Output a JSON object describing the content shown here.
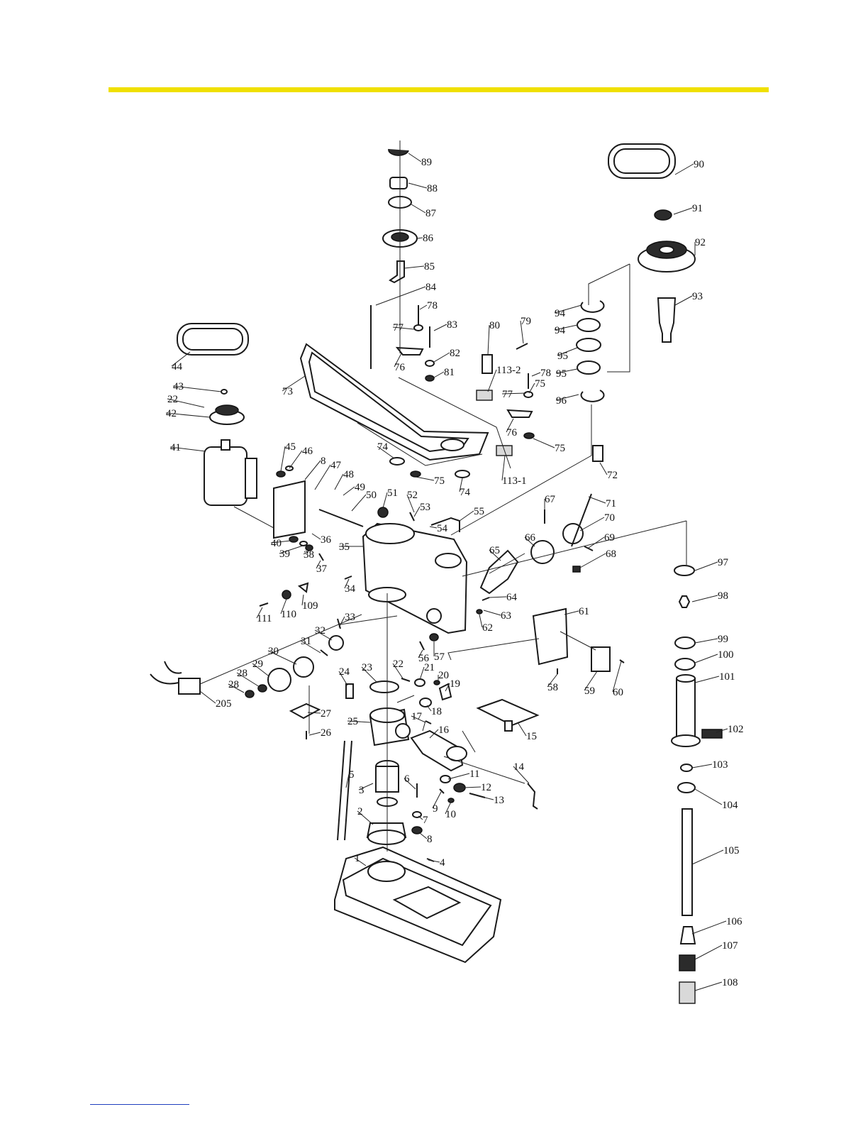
{
  "colors": {
    "header_rule": "#f0e000",
    "footer_rule": "#1f3fbf",
    "ink": "#1a1a1a"
  },
  "callouts": [
    "1",
    "2",
    "3",
    "4",
    "5",
    "6",
    "7",
    "8",
    "9",
    "10",
    "11",
    "12",
    "13",
    "14",
    "15",
    "16",
    "17",
    "18",
    "19",
    "20",
    "21",
    "22",
    "23",
    "24",
    "25",
    "26",
    "27",
    "28",
    "28",
    "29",
    "30",
    "31",
    "32",
    "33",
    "34",
    "35",
    "36",
    "37",
    "38",
    "39",
    "40",
    "41",
    "42",
    "22",
    "43",
    "44",
    "45",
    "46",
    "8",
    "47",
    "48",
    "49",
    "50",
    "51",
    "52",
    "53",
    "54",
    "55",
    "56",
    "57",
    "58",
    "59",
    "60",
    "61",
    "62",
    "63",
    "64",
    "65",
    "66",
    "67",
    "68",
    "69",
    "70",
    "71",
    "72",
    "73",
    "74",
    "74",
    "75",
    "75",
    "75",
    "76",
    "76",
    "77",
    "77",
    "78",
    "78",
    "79",
    "80",
    "81",
    "82",
    "83",
    "84",
    "85",
    "86",
    "87",
    "88",
    "89",
    "90",
    "91",
    "92",
    "93",
    "94",
    "94",
    "95",
    "95",
    "96",
    "97",
    "98",
    "99",
    "100",
    "101",
    "102",
    "103",
    "104",
    "105",
    "106",
    "107",
    "108",
    "109",
    "110",
    "111",
    "113-1",
    "113-2",
    "205"
  ]
}
